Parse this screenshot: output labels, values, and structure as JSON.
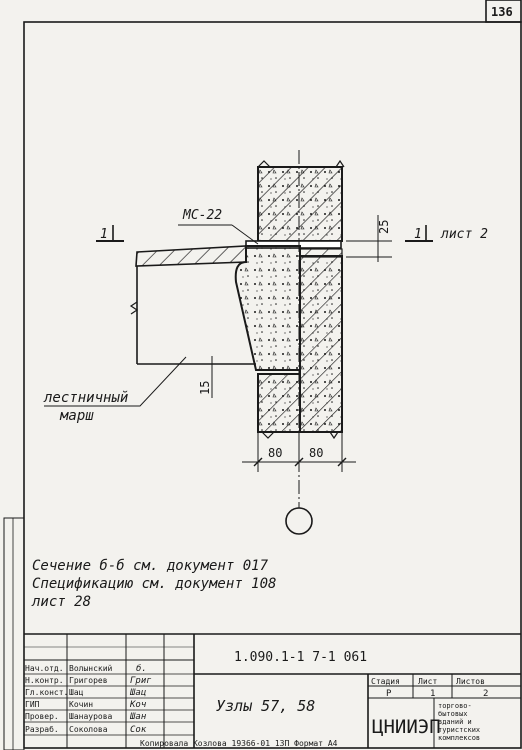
{
  "sheet_number": "136",
  "labels": {
    "mark_mc": "МС-22",
    "dim_25": "25",
    "sheet_ref": "лист 2",
    "section_mark_left": "1",
    "section_mark_right": "1",
    "dim_15": "15",
    "stair_label_line1": "лестничный",
    "stair_label_line2": "марш",
    "dim_80_left": "80",
    "dim_80_right": "80"
  },
  "notes": [
    "Сечение  б-б  см. документ 017",
    "Спецификацию см. документ 108",
    "лист 28"
  ],
  "title_block": {
    "document_code": "1.090.1-1  7-1  061",
    "title": "Узлы 57, 58",
    "organization": "ЦНИИЭП",
    "org_note": [
      "торгово-",
      "бытовых",
      "зданий и",
      "туристских",
      "комплексов"
    ],
    "stage_header": "Стадия",
    "sheet_header": "Лист",
    "sheets_header": "Листов",
    "stage_value": "Р",
    "sheet_value": "1",
    "sheets_value": "2",
    "roles": [
      {
        "role": "Нач.отд.",
        "name": "Волынский",
        "sign": "б."
      },
      {
        "role": "Н.контр.",
        "name": "Григорев",
        "sign": "Григ"
      },
      {
        "role": "Гл.конст.",
        "name": "Шац",
        "sign": "Шац"
      },
      {
        "role": "ГИП",
        "name": "Кочин",
        "sign": "Коч"
      },
      {
        "role": "Провер.",
        "name": "Шанаурова",
        "sign": "Шан"
      },
      {
        "role": "Разраб.",
        "name": "Соколова",
        "sign": "Сок"
      }
    ]
  },
  "footer": "Копировала  Козлова   19366-01   13П   Формат А4"
}
